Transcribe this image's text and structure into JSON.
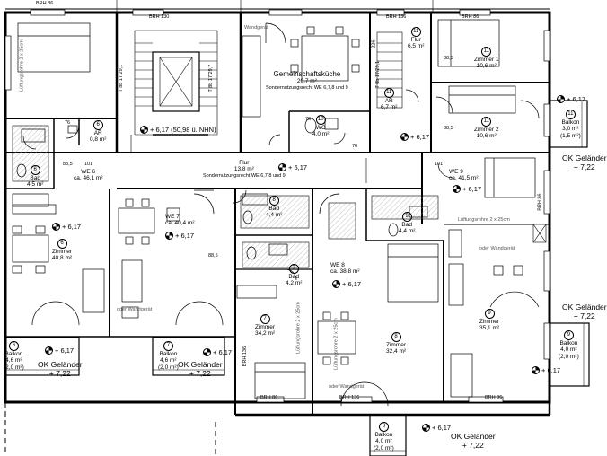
{
  "brh": {
    "top_left": "BRH 86",
    "top_mid": "BRH 130",
    "top_right": "BRH 136",
    "right_upper": "BRH 86",
    "right_lower": "BRH 86",
    "bottom_mid_left": "BRH 86",
    "bottom_mid_right": "BRH 136",
    "bottom_right": "BRH 86",
    "bottom_left_vert": "BRH 136"
  },
  "rooms": {
    "gemeinschaft": {
      "name": "Gemeinschaftsküche",
      "area": "20,7 m²",
      "note": "Sondernutzungsrecht WE 6,7,8 und 9"
    },
    "flur_main": {
      "name": "Flur",
      "area": "13,8 m²",
      "note": "Sondernutzungsrecht WE 6,7,8 und 9"
    },
    "flur_top": {
      "num": "11",
      "name": "Flur",
      "area": "6,5 m²"
    },
    "zimmer1": {
      "num": "11",
      "name": "Zimmer 1",
      "area": "10,6 m²"
    },
    "zimmer2": {
      "num": "11",
      "name": "Zimmer 2",
      "area": "10,6 m²"
    },
    "ar_top": {
      "num": "11",
      "name": "AR",
      "area": "6,7 m²"
    },
    "ar_left": {
      "num": "6",
      "name": "AR",
      "area": "0,8 m²"
    },
    "wc": {
      "num": "10",
      "name": "WC",
      "area": "4,0 m²"
    },
    "bad6": {
      "num": "6",
      "name": "Bad",
      "area": "4,5 m²"
    },
    "we6": {
      "name": "WE 6",
      "area": "ca. 46,1 m²"
    },
    "zimmer6": {
      "num": "6",
      "name": "Zimmer",
      "area": "40,8 m²"
    },
    "we7": {
      "name": "WE 7",
      "area": "ca. 40,4 m²"
    },
    "bad8": {
      "num": "8",
      "name": "Bad",
      "area": "4,4 m²"
    },
    "bad7": {
      "num": "7",
      "name": "Bad",
      "area": "4,2 m²"
    },
    "bad9": {
      "num": "9",
      "name": "Bad",
      "area": "4,4 m²"
    },
    "zimmer7": {
      "num": "7",
      "name": "Zimmer",
      "area": "34,2 m²"
    },
    "we8": {
      "name": "WE 8",
      "area": "ca. 38,8 m²"
    },
    "zimmer8": {
      "num": "8",
      "name": "Zimmer",
      "area": "32,4 m²"
    },
    "we9": {
      "name": "WE 9",
      "area": "ca. 41,5 m²"
    },
    "zimmer9": {
      "num": "9",
      "name": "Zimmer",
      "area": "35,1 m²"
    }
  },
  "balconies": {
    "b6": {
      "num": "6",
      "name": "Balkon",
      "area": "4,6 m²",
      "half": "(2,0 m²)"
    },
    "b7": {
      "num": "7",
      "name": "Balkon",
      "area": "4,6 m²",
      "half": "(2,0 m²)"
    },
    "b8": {
      "num": "8",
      "name": "Balkon",
      "area": "4,0 m²",
      "half": "(2,0 m²)"
    },
    "b9": {
      "num": "9",
      "name": "Balkon",
      "area": "4,0 m²",
      "half": "(2,0 m²)"
    },
    "b11": {
      "num": "11",
      "name": "Balkon",
      "area": "3,0 m²",
      "half": "(1,5 m²)"
    }
  },
  "levels": {
    "stair": "+ 6,17 (50,98 ü. NHN)",
    "generic": "+ 6,17"
  },
  "ok_gelaender": {
    "label": "OK Geländer",
    "value": "+ 7,22"
  },
  "annotations": {
    "lueftung": "Lüftungsrohre 2 x 25cm",
    "wandgeraet": "oder Wandgerät",
    "wandgeraet_short": "Wandgerät",
    "tb": "T 8b 17/29,1",
    "tb2": "T 8b 17/29,7",
    "dim_885": "88,5",
    "dim_76": "76",
    "dim_101": "101",
    "dim_226": "226"
  }
}
